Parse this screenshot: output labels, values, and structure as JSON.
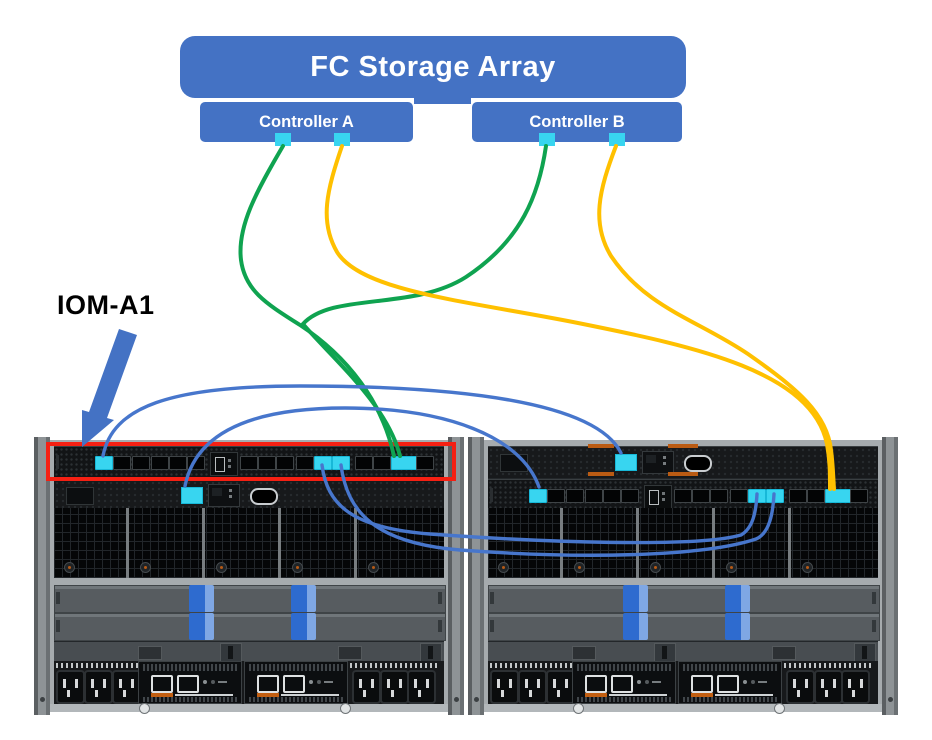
{
  "storage_array": {
    "label": "FC Storage Array",
    "controllers": [
      {
        "id": "controller-a",
        "label": "Controller A",
        "ports": [
          "port-1",
          "port-2"
        ]
      },
      {
        "id": "controller-b",
        "label": "Controller B",
        "ports": [
          "port-1",
          "port-2"
        ]
      }
    ]
  },
  "annotation": {
    "label": "IOM-A1",
    "points_to": "chassis-1-iom-slot"
  },
  "chassis": [
    {
      "id": "chassis-1",
      "position": "left",
      "rows": [
        "iom",
        "blank"
      ],
      "iom_highlighted": true,
      "iom_cyan_ports": [
        1,
        11,
        12,
        15
      ],
      "blank_row_cyan_port": true
    },
    {
      "id": "chassis-2",
      "position": "right",
      "rows": [
        "blank",
        "iom"
      ],
      "iom_highlighted": false,
      "iom_cyan_ports": [
        1,
        11,
        12,
        15
      ],
      "blank_row_cyan_port": true
    }
  ],
  "connections": [
    {
      "from": "controller-a-port-1",
      "to": "chassis-1-iom-port-15",
      "color": "green"
    },
    {
      "from": "controller-b-port-1",
      "to": "chassis-1-iom-port-15",
      "color": "green"
    },
    {
      "from": "controller-a-port-2",
      "to": "chassis-2-iom-port-15",
      "color": "yellow"
    },
    {
      "from": "controller-b-port-2",
      "to": "chassis-2-iom-port-15",
      "color": "yellow"
    },
    {
      "from": "chassis-1-iom-port-1",
      "to": "chassis-2-top-row-port",
      "color": "blue"
    },
    {
      "from": "chassis-1-bottom-row-port",
      "to": "chassis-2-iom-port-1",
      "color": "blue"
    },
    {
      "from": "chassis-1-iom-port-11",
      "to": "chassis-2-iom-port-11",
      "color": "blue"
    },
    {
      "from": "chassis-1-iom-port-12",
      "to": "chassis-2-iom-port-12",
      "color": "blue"
    }
  ],
  "colors": {
    "box_blue": "#4472C4",
    "port_cyan": "#38D5F0",
    "green": "#0FA350",
    "yellow": "#FFC000",
    "blue": "#4776CC",
    "highlight_red": "#F52013",
    "arrow_blue": "#4472C4"
  }
}
